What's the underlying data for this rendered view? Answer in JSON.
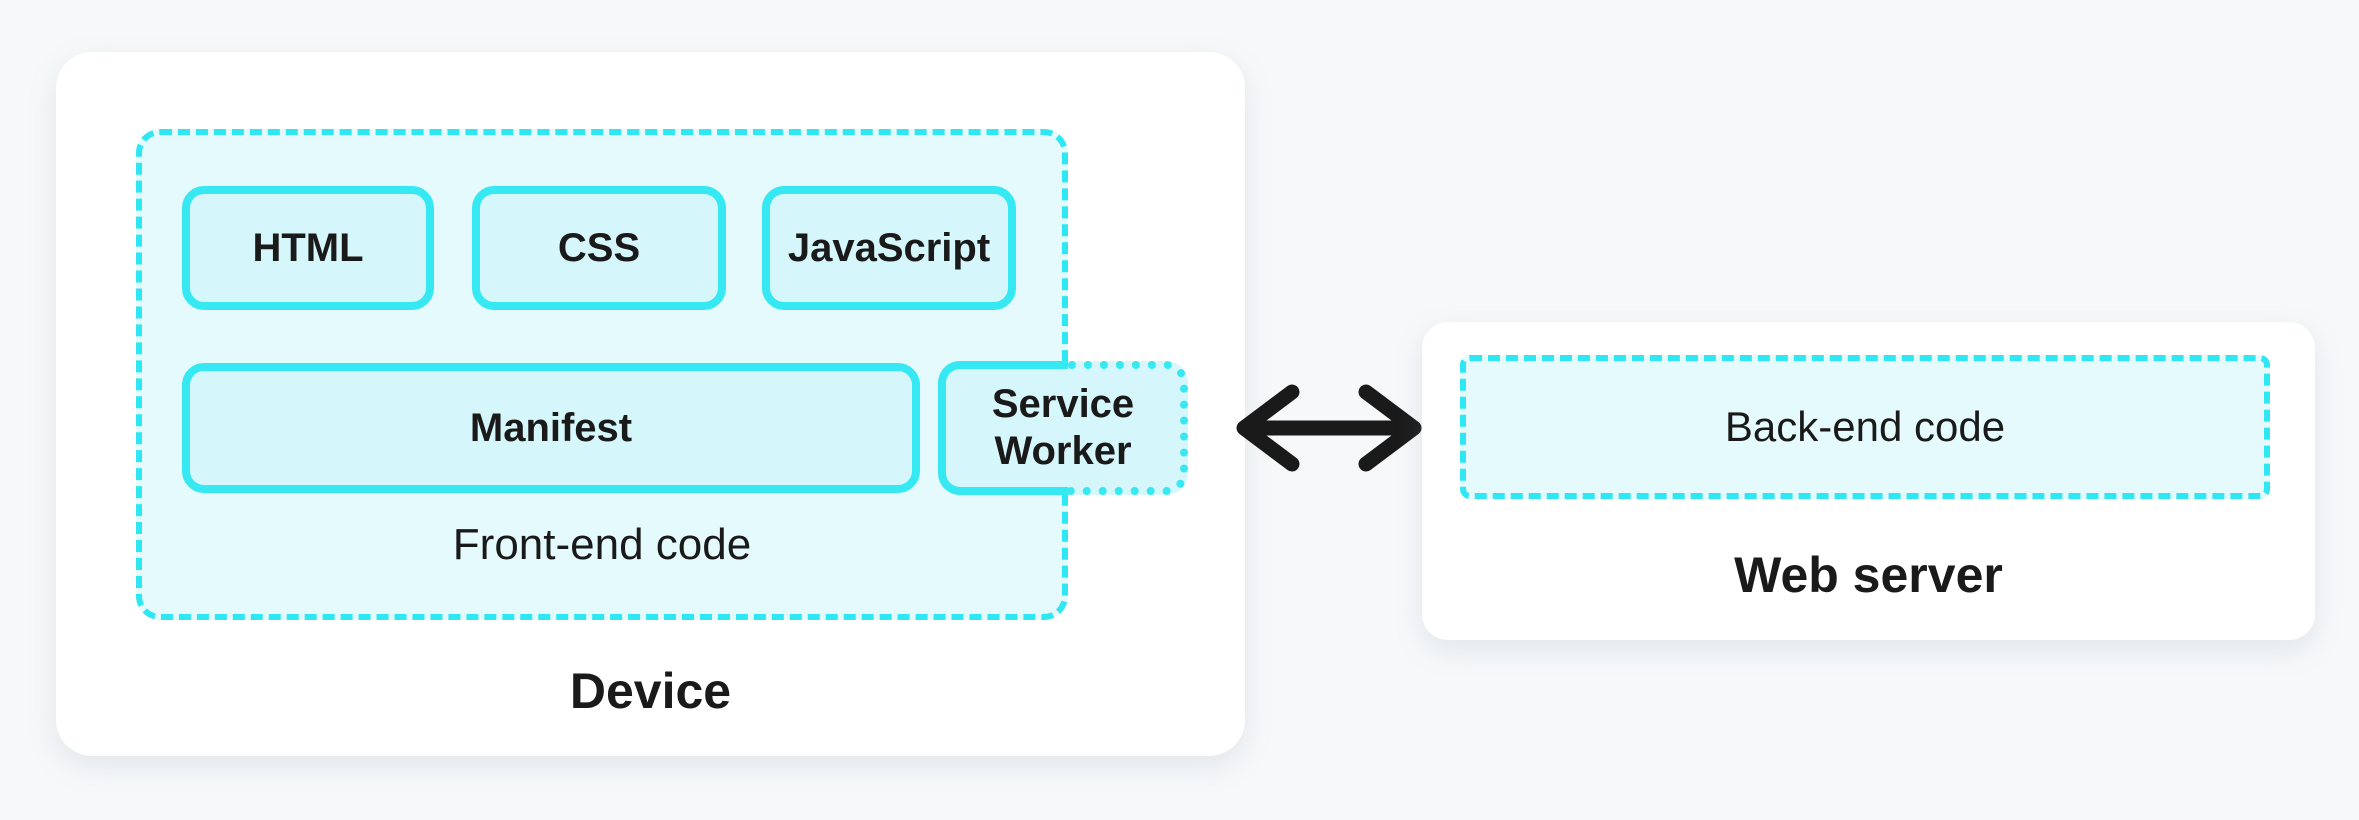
{
  "device": {
    "label": "Device",
    "frontend": {
      "label": "Front-end code",
      "boxes": [
        "HTML",
        "CSS",
        "JavaScript"
      ],
      "manifest_label": "Manifest",
      "service_worker_label": "Service Worker"
    }
  },
  "web_server": {
    "label": "Web server",
    "backend_label": "Back-end code"
  },
  "connection": {
    "arrow_icon": "double-headed-arrow"
  },
  "colors": {
    "cyan_border": "#35e8f2",
    "cyan_dashed": "#2ee7f2",
    "box_fill": "#d5f6fa",
    "container_fill": "#e4fafd",
    "card_fill": "#ffffff",
    "page_background": "#f6f8f9",
    "text": "#1a1a1a",
    "arrow": "#1a1a1a"
  }
}
